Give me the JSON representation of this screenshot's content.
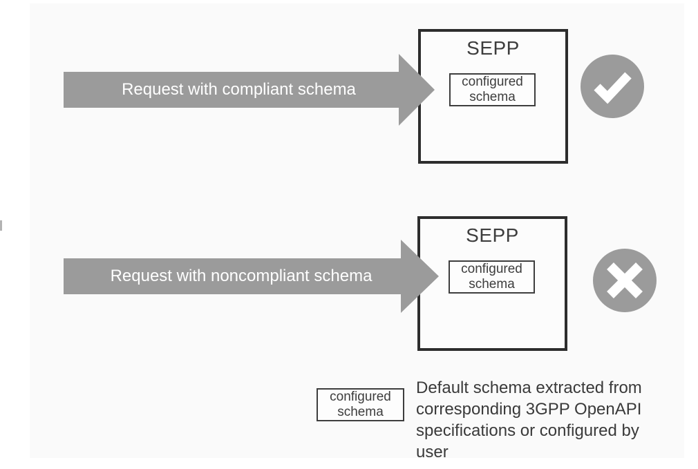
{
  "diagram": {
    "rows": [
      {
        "arrow_label": "Request with compliant schema",
        "node_title": "SEPP",
        "inner_box_label": "configured schema",
        "result": "check"
      },
      {
        "arrow_label": "Request with noncompliant schema",
        "node_title": "SEPP",
        "inner_box_label": "configured schema",
        "result": "cross"
      }
    ],
    "legend": {
      "box_label": "configured schema",
      "description_lines": {
        "0": "Default schema extracted from",
        "1": "corresponding 3GPP OpenAPI",
        "2": "specifications or configured by",
        "3": "user"
      }
    },
    "colors": {
      "arrow_gray": "#9b9b9b",
      "status_circle_gray": "#9b9b9b",
      "box_border_dark": "#2d2d2d",
      "text_dark": "#3d3d3d",
      "canvas_background": "#fafafa",
      "page_background": "#ffffff",
      "arrow_text": "#ffffff"
    }
  }
}
